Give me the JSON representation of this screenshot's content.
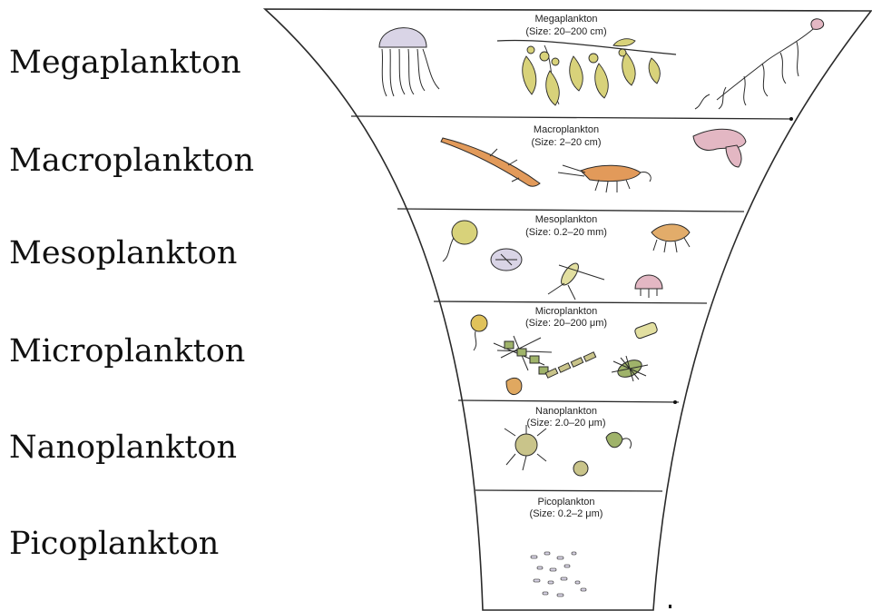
{
  "side_labels": [
    "Megaplankton",
    "Macroplankton",
    "Mesoplankton",
    "Microplankton",
    "Nanoplankton",
    "Picoplankton"
  ],
  "tiers": [
    {
      "name": "Megaplankton",
      "size": "(Size: 20–200 cm)"
    },
    {
      "name": "Macroplankton",
      "size": "(Size: 2–20 cm)"
    },
    {
      "name": "Mesoplankton",
      "size": "(Size: 0.2–20 mm)"
    },
    {
      "name": "Microplankton",
      "size": "(Size: 20–200 μm)"
    },
    {
      "name": "Nanoplankton",
      "size": "(Size: 2.0–20 μm)"
    },
    {
      "name": "Picoplankton",
      "size": "(Size: 0.2–2 μm)"
    }
  ],
  "colors": {
    "outline": "#2a2a2a",
    "seaweed": "#d8d27a",
    "jelly": "#d9d4e6",
    "shrimp": "#e29a5a",
    "diatom": "#9fb36a",
    "cell": "#c9c48a",
    "pink": "#e3b7c3"
  }
}
